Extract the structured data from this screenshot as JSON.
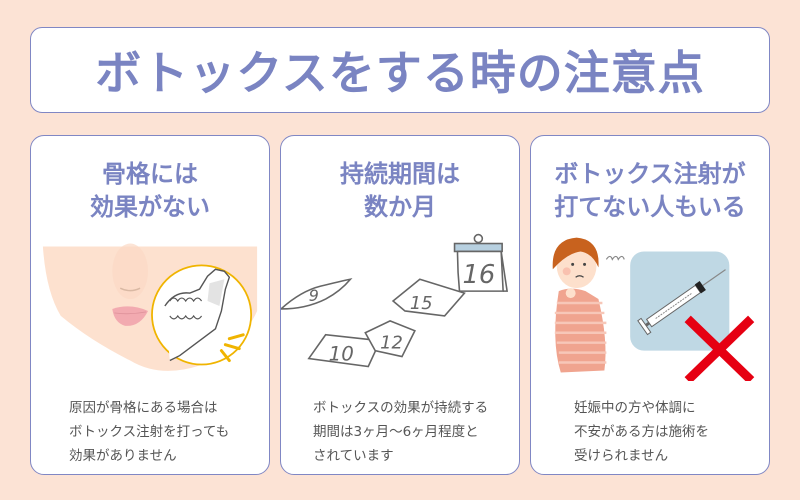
{
  "title": "ボトックスをする時の注意点",
  "colors": {
    "background": "#fce3d5",
    "accent": "#7a84c2",
    "border": "#8087c4",
    "body_text": "#555555",
    "warning_red": "#e60012",
    "highlight_circle": "#f0b400"
  },
  "cards": [
    {
      "heading": [
        "骨格には",
        "効果がない"
      ],
      "illustration": "jaw-bone-closeup",
      "description": [
        "原因が骨格にある場合は",
        "ボトックス注射を打っても",
        "効果がありません"
      ]
    },
    {
      "heading": [
        "持続期間は",
        "数か月"
      ],
      "illustration": "flying-calendar-pages",
      "calendar_numbers": [
        "9",
        "10",
        "12",
        "15",
        "16"
      ],
      "description": [
        "ボトックスの効果が持続する",
        "期間は3ヶ月〜6ヶ月程度と",
        "されています"
      ]
    },
    {
      "heading": [
        "ボトックス注射が",
        "打てない人もいる"
      ],
      "illustration": "pregnant-woman-syringe-prohibited",
      "description": [
        "妊娠中の方や体調に",
        "不安がある方は施術を",
        "受けられません"
      ]
    }
  ]
}
